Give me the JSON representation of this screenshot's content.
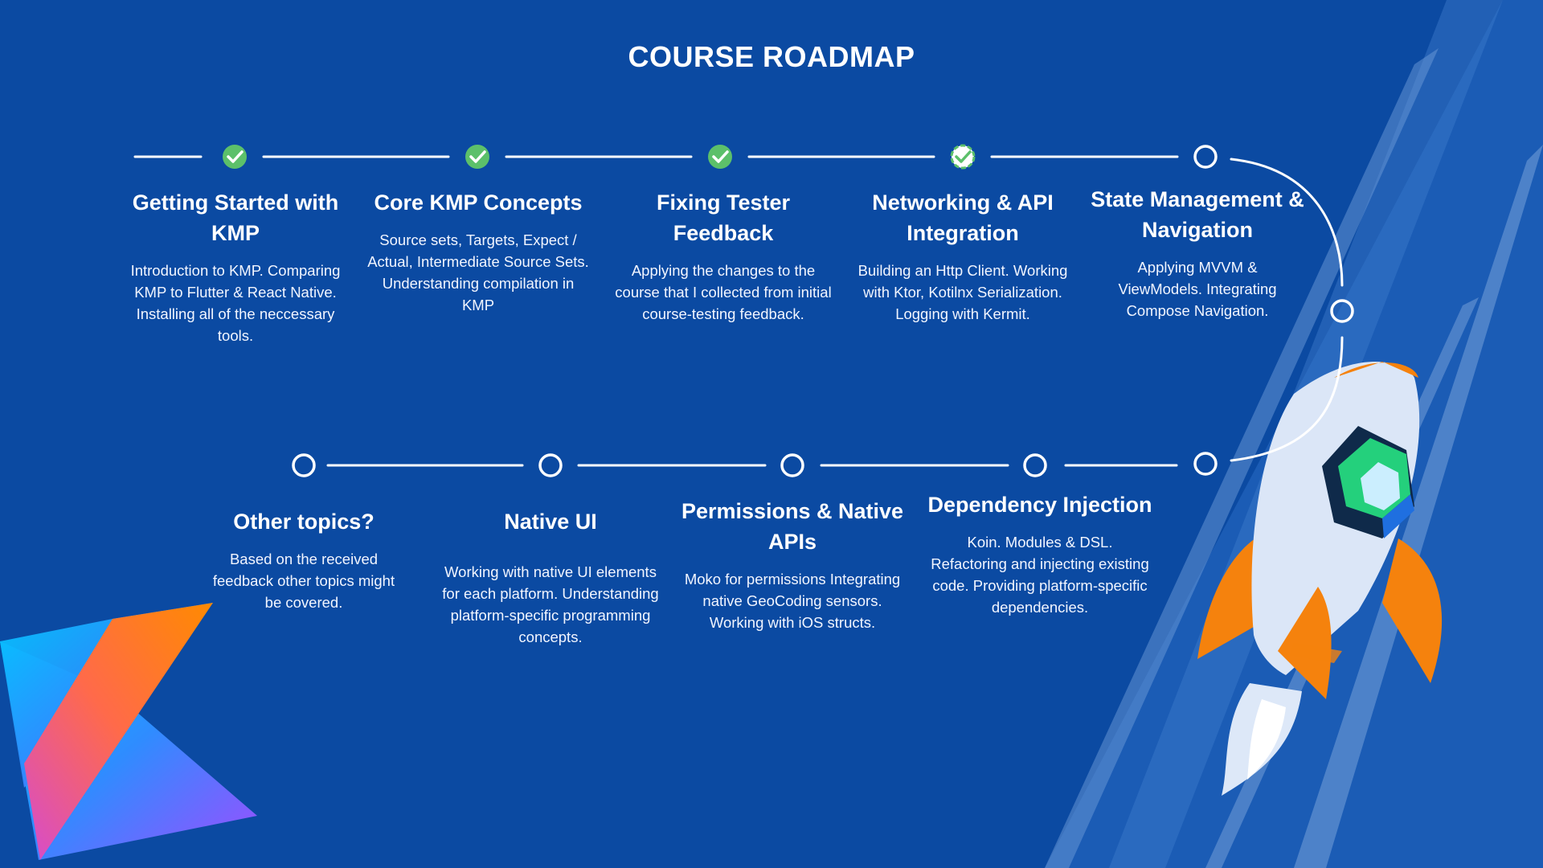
{
  "title": "COURSE ROADMAP",
  "colors": {
    "background": "#0b4aa2",
    "line": "#ffffff",
    "check": "#5cc06a",
    "rocket_orange": "#f5820d"
  },
  "steps": [
    {
      "title": "Getting Started with KMP",
      "description": "Introduction to KMP. Comparing KMP to Flutter & React Native. Installing all of the neccessary tools.",
      "status": "done"
    },
    {
      "title": "Core KMP Concepts",
      "description": "Source sets, Targets, Expect / Actual, Intermediate Source Sets. Understanding compilation in KMP",
      "status": "done"
    },
    {
      "title": "Fixing Tester Feedback",
      "description": "Applying the changes to the course that I collected from initial course-testing feedback.",
      "status": "done"
    },
    {
      "title": "Networking & API Integration",
      "description": "Building an Http Client. Working with Ktor, Kotilnx Serialization. Logging with Kermit.",
      "status": "in-progress"
    },
    {
      "title": "State Management & Navigation",
      "description": "Applying MVVM & ViewModels. Integrating Compose Navigation.",
      "status": "todo"
    },
    {
      "title": "Dependency Injection",
      "description": "Koin. Modules & DSL. Refactoring and injecting existing code. Providing platform-specific dependencies.",
      "status": "todo"
    },
    {
      "title": "Permissions & Native APIs",
      "description": "Moko for permissions Integrating native GeoCoding sensors. Working with iOS structs.",
      "status": "todo"
    },
    {
      "title": "Native UI",
      "description": "Working with native UI elements for each platform. Understanding platform-specific programming concepts.",
      "status": "todo"
    },
    {
      "title": "Other topics?",
      "description": "Based on the received feedback other topics might be covered.",
      "status": "todo"
    }
  ]
}
